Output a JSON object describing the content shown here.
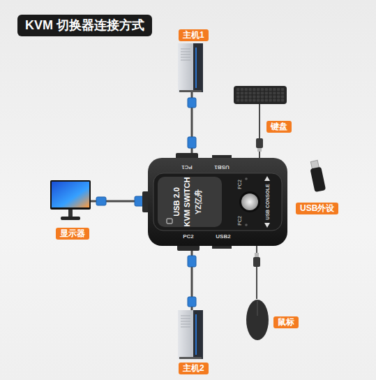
{
  "diagram": {
    "title": "KVM 切换器连接方式",
    "nodes": [
      {
        "text": [
          "主机1"
        ]
      },
      {
        "text": [
          "键盘"
        ]
      },
      {
        "text": [
          "显示器"
        ]
      },
      {
        "text": [
          "PC1",
          "USB1",
          "USB 2.0",
          "KVM SWITCH",
          "YZ亿舟",
          "PC2",
          "PC2",
          "PC2",
          "USB2",
          "USB CONSOLE"
        ]
      },
      {
        "text": [
          "USB外设"
        ]
      },
      {
        "text": [
          "鼠标"
        ]
      },
      {
        "text": [
          "主机2"
        ]
      }
    ],
    "edges": [
      {
        "from": 0,
        "to": 3,
        "arrow": "none"
      },
      {
        "from": 1,
        "to": 3,
        "arrow": "none"
      },
      {
        "from": 2,
        "to": 3,
        "arrow": "none"
      },
      {
        "from": 5,
        "to": 3,
        "arrow": "none"
      },
      {
        "from": 6,
        "to": 3,
        "arrow": "none"
      }
    ]
  }
}
